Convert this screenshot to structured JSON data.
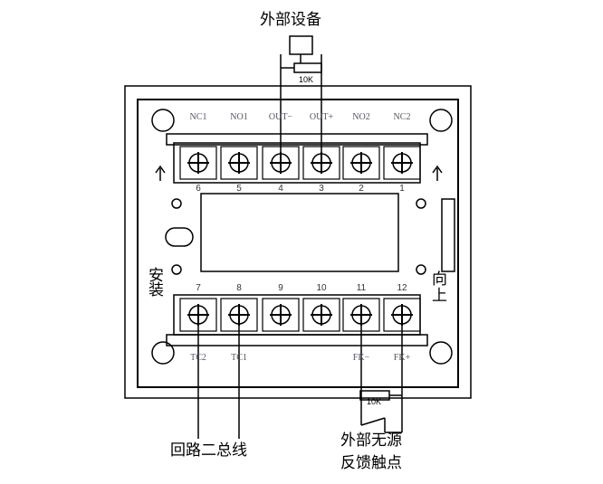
{
  "title_top": "外部设备",
  "resistor_top": "10K",
  "resistor_bottom": "10K",
  "top_terminals": [
    {
      "label": "NC1",
      "num": "6"
    },
    {
      "label": "NO1",
      "num": "5"
    },
    {
      "label": "OUT−",
      "num": "4"
    },
    {
      "label": "OUT+",
      "num": "3"
    },
    {
      "label": "NO2",
      "num": "2"
    },
    {
      "label": "NC2",
      "num": "1"
    }
  ],
  "bottom_terminals": [
    {
      "label": "TC2",
      "num": "7"
    },
    {
      "label": "TC1",
      "num": "8"
    },
    {
      "label": "",
      "num": "9"
    },
    {
      "label": "",
      "num": "10"
    },
    {
      "label": "FK−",
      "num": "11"
    },
    {
      "label": "FK+",
      "num": "12"
    }
  ],
  "side_left": [
    "安",
    "装"
  ],
  "side_right": [
    "向",
    "上"
  ],
  "caption_bus": "回路二总线",
  "caption_fb_1": "外部无源",
  "caption_fb_2": "反馈触点"
}
